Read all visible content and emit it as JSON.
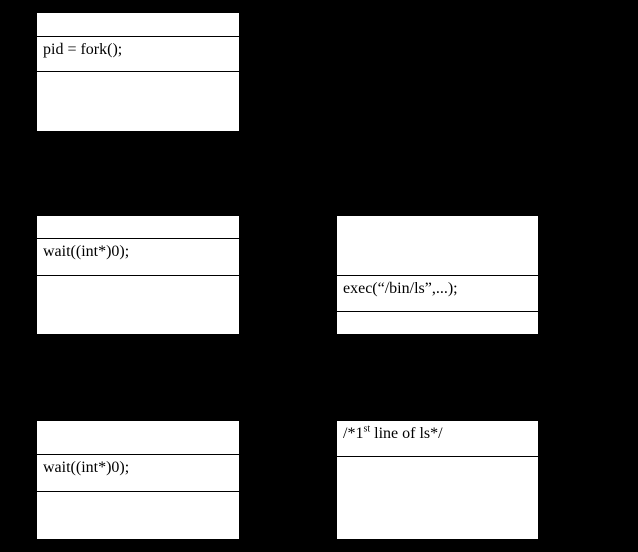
{
  "diagram": {
    "description": "Process diagram: five segmented boxes with code statements on black background",
    "colors": {
      "background": "#000000",
      "box_fill": "#ffffff",
      "divider_line": "#000000",
      "text": "#000000"
    },
    "boxes": {
      "parent_fork": {
        "row_top": "",
        "code": "pid = fork();",
        "row_bottom": ""
      },
      "parent_wait_upper": {
        "row_top": "",
        "code": "wait((int*)0);",
        "row_bottom": ""
      },
      "child_exec": {
        "row_top": "",
        "code": "exec(“/bin/ls”,...);",
        "row_bottom": ""
      },
      "parent_wait_lower": {
        "row_top": "",
        "code": "wait((int*)0);",
        "row_bottom": ""
      },
      "ls_first_line": {
        "comment_prefix": "/*1",
        "comment_superscript": "st",
        "comment_suffix": " line of ls*/",
        "row_bottom": ""
      }
    }
  }
}
